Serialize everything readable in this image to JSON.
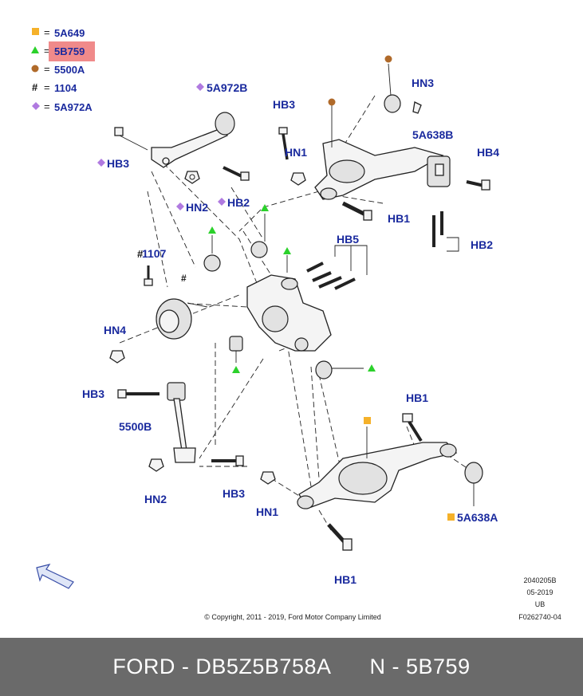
{
  "legend": [
    {
      "symbol": "square",
      "color": "#f5b12a",
      "eq": "=",
      "code": "5A649"
    },
    {
      "symbol": "triangle",
      "color": "#2bd12b",
      "eq": "=",
      "code": "5B759",
      "highlight": "#f08a8a"
    },
    {
      "symbol": "circle",
      "color": "#b06a2a",
      "eq": "=",
      "code": "5500A"
    },
    {
      "symbol": "hash",
      "color": "#111111",
      "eq": "=",
      "code": "1104"
    },
    {
      "symbol": "diamond",
      "color": "#b07ae0",
      "eq": "=",
      "code": "5A972A"
    }
  ],
  "labels": {
    "l_5a972b": "5A972B",
    "l_hb3_a": "HB3",
    "l_hn2_a": "HN2",
    "l_hb2_a": "HB2",
    "l_hb3_b": "HB3",
    "l_hn1_a": "HN1",
    "l_hn3": "HN3",
    "l_5a638b": "5A638B",
    "l_hb4": "HB4",
    "l_hb1_a": "HB1",
    "l_hb2_b": "HB2",
    "l_hb5": "HB5",
    "l_hash": "#",
    "l_1107": "1107",
    "l_hn4": "HN4",
    "l_hb3_c": "HB3",
    "l_5500b": "5500B",
    "l_hn2_b": "HN2",
    "l_hb3_d": "HB3",
    "l_hn1_b": "HN1",
    "l_hb1_b": "HB1",
    "l_5a638a": "5A638A",
    "l_hb1_c": "HB1"
  },
  "meta": {
    "code1": "2040205B",
    "date": "05-2019",
    "region": "UB",
    "ref": "F0262740-04",
    "copyright": "© Copyright, 2011 - 2019, Ford Motor Company Limited"
  },
  "colors": {
    "text": "#1a2a9e",
    "triangle": "#2bd12b",
    "square": "#f5b12a",
    "circle": "#b06a2a",
    "diamond": "#b07ae0",
    "footer_bg": "#6a6a6a"
  },
  "footer": {
    "brand": "FORD - DB5Z5B758A",
    "part": "N - 5B759"
  }
}
